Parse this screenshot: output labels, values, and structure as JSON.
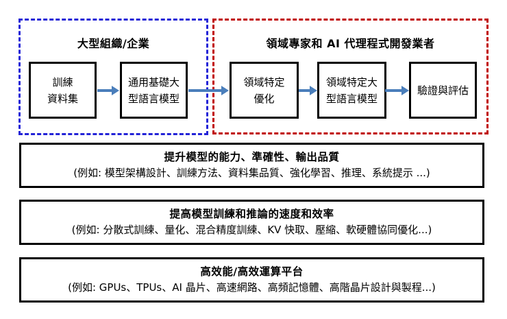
{
  "colors": {
    "group_large_org_border": "#2323d7",
    "group_domain_expert_border": "#c00000",
    "arrow": "#4a7ebb",
    "node_border": "#000000"
  },
  "pipeline": {
    "group_large_org": {
      "title": "大型組織/企業"
    },
    "group_domain_expert": {
      "title": "領域專家和 AI 代理程式開發業者"
    },
    "nodes": [
      {
        "label": "訓練\n資料集"
      },
      {
        "label": "通用基礎大\n型語言模型"
      },
      {
        "label": "領域特定\n優化"
      },
      {
        "label": "領域特定大\n型語言模型"
      },
      {
        "label": "驗證與評估"
      }
    ]
  },
  "layers": [
    {
      "title": "提升模型的能力、準確性、輸出品質",
      "examples": "(例如: 模型架構設計、訓練方法、資料集品質、強化學習、推理、系統提示 ...)"
    },
    {
      "title": "提高模型訓練和推論的速度和效率",
      "examples": "(例如: 分散式訓練、量化、混合精度訓練、KV 快取、壓縮、軟硬體協同優化...)"
    },
    {
      "title": "高效能/高效運算平台",
      "examples": "(例如: GPUs、TPUs、AI 晶片、高速網路、高頻記憶體、高階晶片設計與製程...)"
    }
  ]
}
